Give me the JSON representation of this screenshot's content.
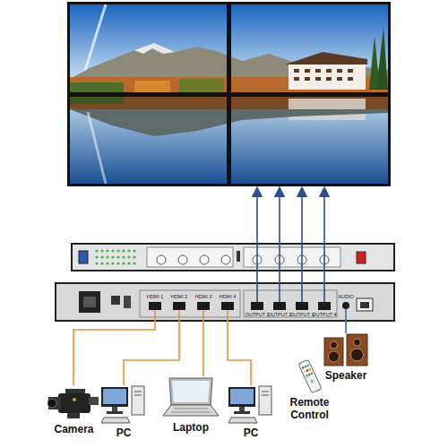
{
  "diagram": {
    "nodes": [
      {
        "text": [
          "Camera"
        ]
      },
      {
        "text": [
          "PC"
        ]
      },
      {
        "text": [
          "Laptop"
        ]
      },
      {
        "text": [
          "PC"
        ]
      },
      {
        "text": [
          "Speaker"
        ]
      },
      {
        "text": [
          "Remote Control"
        ]
      }
    ],
    "labels": [
      "HDMI 1",
      "HDMI 2",
      "HDMI 3",
      "HDMI 4",
      "OUTPUT 1",
      "OUTPUT 2",
      "OUTPUT 3",
      "OUTPUT 4",
      "AUDIO"
    ]
  }
}
